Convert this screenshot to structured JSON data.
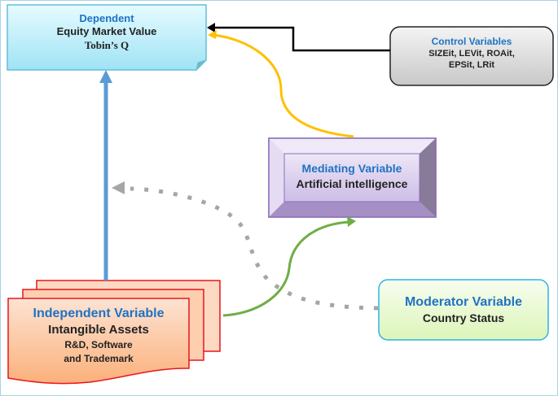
{
  "diagram": {
    "dependent": {
      "title": "Dependent",
      "line1": "Equity Market Value",
      "line2": "Tobin’s Q"
    },
    "control": {
      "title": "Control Variables",
      "line1": "SIZEit, LEVit, ROAit,",
      "line2": "EPSit, LRit"
    },
    "mediating": {
      "title": "Mediating Variable",
      "line1": "Artificial intelligence"
    },
    "independent": {
      "title": "Independent Variable",
      "line1": "Intangible Assets",
      "line2": "R&D, Software",
      "line3": "and Trademark"
    },
    "moderator": {
      "title": "Moderator Variable",
      "line1": "Country Status"
    },
    "connectors": [
      {
        "from": "independent",
        "to": "dependent",
        "style": "solid",
        "color": "#5b9bd5"
      },
      {
        "from": "control",
        "to": "dependent",
        "style": "elbow",
        "color": "#000000"
      },
      {
        "from": "mediating",
        "to": "dependent",
        "style": "curved",
        "color": "#ffc000"
      },
      {
        "from": "independent",
        "to": "mediating",
        "style": "curved",
        "color": "#70ad47"
      },
      {
        "from": "moderator",
        "to": "independent-dependent-link",
        "style": "dotted",
        "color": "#a6a6a6"
      }
    ]
  }
}
